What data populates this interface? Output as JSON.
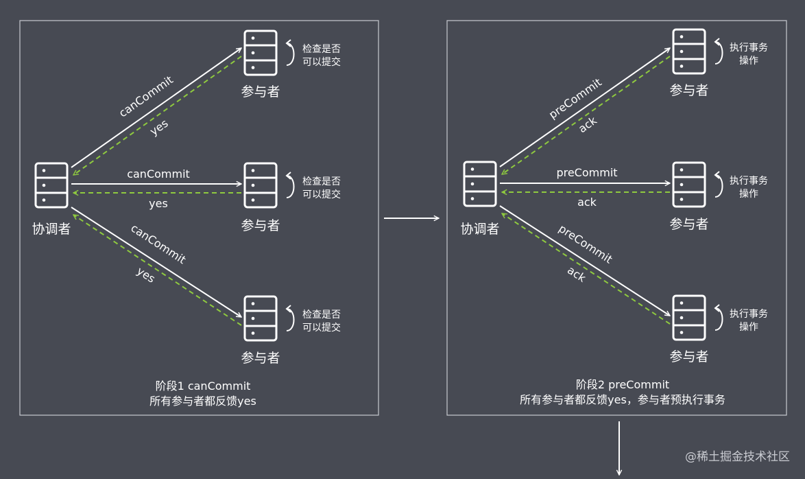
{
  "phase1": {
    "coordinator_label": "协调者",
    "participants": [
      {
        "label": "参与者",
        "note_line1": "检查是否",
        "note_line2": "可以提交"
      },
      {
        "label": "参与者",
        "note_line1": "检查是否",
        "note_line2": "可以提交"
      },
      {
        "label": "参与者",
        "note_line1": "检查是否",
        "note_line2": "可以提交"
      }
    ],
    "request_label": "canCommit",
    "reply_label": "yes",
    "caption_line1": "阶段1 canCommit",
    "caption_line2": "所有参与者都反馈yes"
  },
  "phase2": {
    "coordinator_label": "协调者",
    "participants": [
      {
        "label": "参与者",
        "note_line1": "执行事务",
        "note_line2": "操作"
      },
      {
        "label": "参与者",
        "note_line1": "执行事务",
        "note_line2": "操作"
      },
      {
        "label": "参与者",
        "note_line1": "执行事务",
        "note_line2": "操作"
      }
    ],
    "request_label": "preCommit",
    "reply_label": "ack",
    "caption_line1": "阶段2 preCommit",
    "caption_line2": "所有参与者都反馈yes，参与者预执行事务"
  },
  "watermark": "@稀土掘金技术社区",
  "colors": {
    "background": "#474a53",
    "line": "#ffffff",
    "reply": "#8fca3f"
  }
}
